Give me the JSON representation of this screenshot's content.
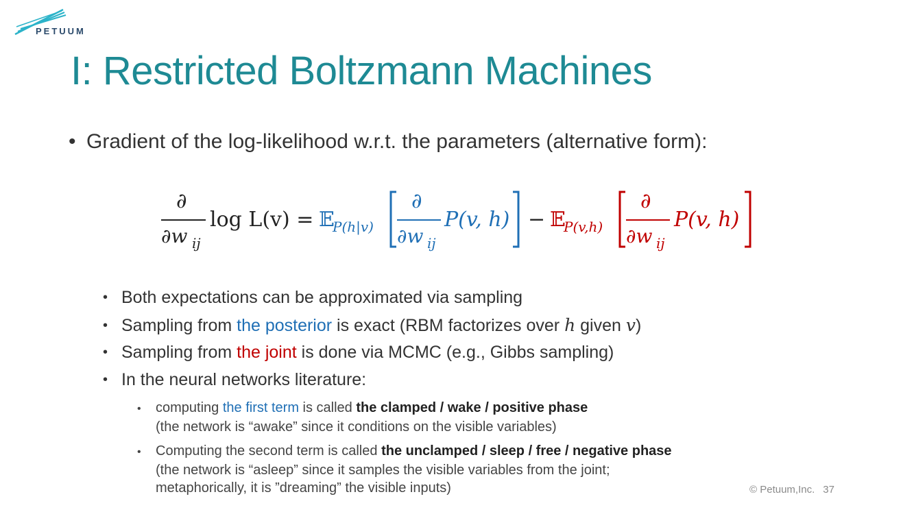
{
  "logo": {
    "text": "PETUUM"
  },
  "title": "I: Restricted Boltzmann Machines",
  "bullet1": "Gradient of the log-likelihood w.r.t. the parameters (alternative form):",
  "equation": {
    "partial": "∂",
    "dw": "∂w",
    "sub_ij": "ij",
    "loglik": "log L(v) =",
    "expect": "𝔼",
    "sub_post": "P(h|v)",
    "pvh": "P(v, h)",
    "minus": "−",
    "sub_joint": "P(v,h)",
    "colors": {
      "posterior": "#1f6fb5",
      "joint": "#c00000"
    }
  },
  "sub_bullets": [
    {
      "text": "Both expectations can be approximated via sampling"
    },
    {
      "pre": "Sampling from ",
      "hl": "the posterior",
      "mid": " is exact (RBM factorizes over ",
      "v1": "h",
      "mid2": " given ",
      "v2": "v",
      "post": ")"
    },
    {
      "pre": "Sampling from ",
      "hl": "the joint",
      "post": " is done via MCMC (e.g., Gibbs sampling)"
    },
    {
      "text": "In the neural networks literature:"
    }
  ],
  "nested": [
    {
      "pre": "computing ",
      "hl": "the first term",
      "mid": " is called ",
      "bold": "the clamped / wake / positive phase",
      "line2": "(the network is “awake” since it conditions on the visible variables)"
    },
    {
      "pre": "Computing the second term is called ",
      "bold": "the unclamped / sleep / free / negative phase",
      "line2": "(the network is “asleep” since it samples the visible variables from the joint;",
      "line3": "metaphorically, it is ”dreaming” the visible inputs)"
    }
  ],
  "footer": {
    "copyright": "© Petuum,Inc.",
    "page": "37"
  }
}
